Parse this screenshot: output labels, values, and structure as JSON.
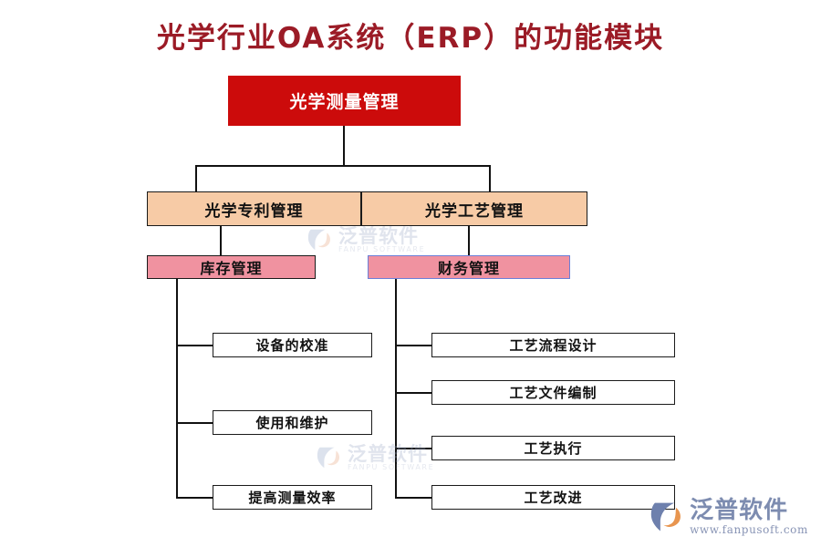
{
  "title": "光学行业OA系统（ERP）的功能模块",
  "colors": {
    "title": "#9B1B26",
    "root_fill": "#CC0B0B",
    "level2_fill": "#F7CBA6",
    "level3_fill": "#F092A0",
    "leaf_fill": "#FFFFFF",
    "line": "#111111",
    "blue_border": "#6B7FD7"
  },
  "nodes": {
    "root": {
      "label": "光学测量管理"
    },
    "level2": [
      {
        "label": "光学专利管理"
      },
      {
        "label": "光学工艺管理"
      }
    ],
    "level3": [
      {
        "label": "库存管理"
      },
      {
        "label": "财务管理"
      }
    ],
    "left_leaves": [
      {
        "label": "设备的校准"
      },
      {
        "label": "使用和维护"
      },
      {
        "label": "提高测量效率"
      }
    ],
    "right_leaves": [
      {
        "label": "工艺流程设计"
      },
      {
        "label": "工艺文件编制"
      },
      {
        "label": "工艺执行"
      },
      {
        "label": "工艺改进"
      }
    ]
  },
  "watermarks": {
    "brand_cn": "泛普软件",
    "brand_en": "FANPU SOFTWARE",
    "site": "www.fanpusoft.com"
  }
}
